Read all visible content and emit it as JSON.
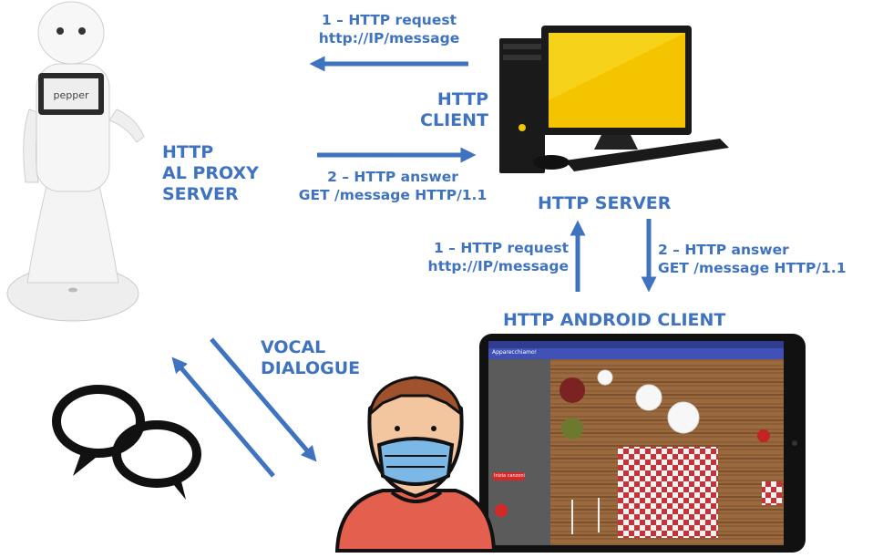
{
  "labels": {
    "proxy_server": [
      "HTTP",
      "AL PROXY",
      "SERVER"
    ],
    "http_client": [
      "HTTP",
      "CLIENT"
    ],
    "http_server": "HTTP SERVER",
    "android_client": "HTTP ANDROID CLIENT",
    "vocal_dialogue": [
      "VOCAL",
      "DIALOGUE"
    ],
    "top_request": [
      "1 – HTTP request",
      "http://IP/message"
    ],
    "top_answer": [
      "2 – HTTP answer",
      "GET /message HTTP/1.1"
    ],
    "right_request": [
      "1 – HTTP request",
      "http://IP/message"
    ],
    "right_answer": [
      "2 – HTTP answer",
      "GET /message HTTP/1.1"
    ]
  },
  "robot": {
    "screen_text": "pepper"
  },
  "tablet": {
    "app_title": "Apparecchiamo!",
    "button": "Inizia canzoni"
  },
  "colors": {
    "accent": "#3f73c0",
    "robot": "#f2f2f2",
    "monitor": "#f5c400",
    "tablet_bar": "#3f51b5"
  }
}
